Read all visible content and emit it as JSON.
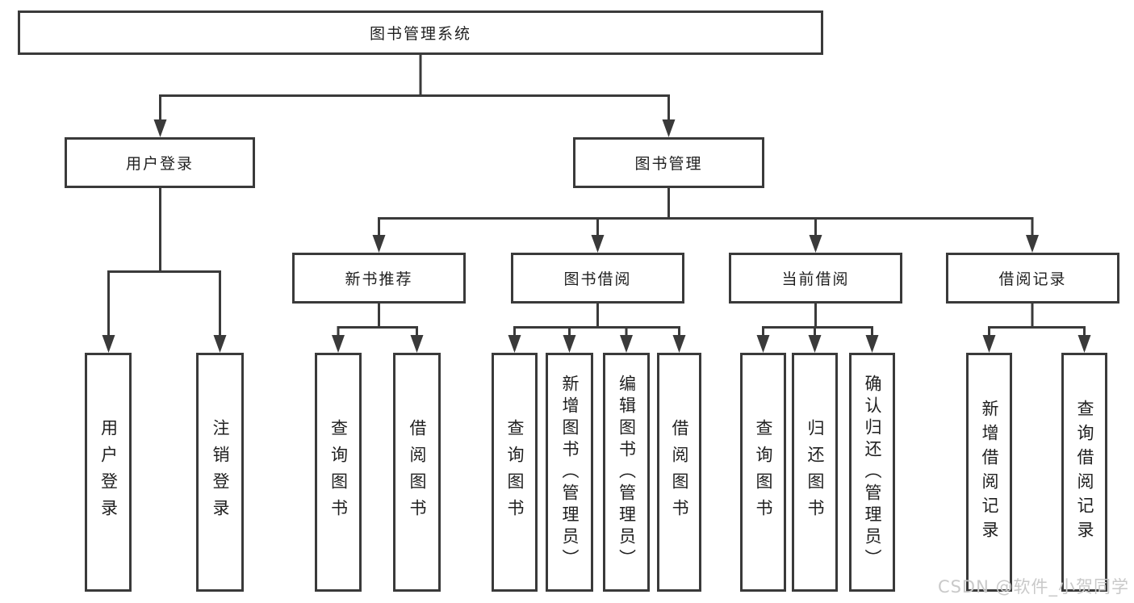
{
  "diagram": {
    "root": "图书管理系统",
    "level2": [
      {
        "id": "user-login",
        "label": "用户登录"
      },
      {
        "id": "book-management",
        "label": "图书管理"
      }
    ],
    "level3": [
      {
        "id": "new-book-recommend",
        "label": "新书推荐"
      },
      {
        "id": "book-borrow",
        "label": "图书借阅"
      },
      {
        "id": "current-borrow",
        "label": "当前借阅"
      },
      {
        "id": "borrow-record",
        "label": "借阅记录"
      }
    ],
    "leaves": [
      {
        "group": "用户登录",
        "label": "用户登录"
      },
      {
        "group": "用户登录",
        "label": "注销登录"
      },
      {
        "group": "新书推荐",
        "label": "查询图书"
      },
      {
        "group": "新书推荐",
        "label": "借阅图书"
      },
      {
        "group": "图书借阅",
        "label": "查询图书"
      },
      {
        "group": "图书借阅",
        "label": "新增图书（管理员）"
      },
      {
        "group": "图书借阅",
        "label": "编辑图书（管理员）"
      },
      {
        "group": "图书借阅",
        "label": "借阅图书"
      },
      {
        "group": "当前借阅",
        "label": "查询图书"
      },
      {
        "group": "当前借阅",
        "label": "归还图书"
      },
      {
        "group": "当前借阅",
        "label": "确认归还（管理员）"
      },
      {
        "group": "借阅记录",
        "label": "新增借阅记录"
      },
      {
        "group": "借阅记录",
        "label": "查询借阅记录"
      }
    ]
  },
  "watermark": "CSDN @软件_小贺同学",
  "colors": {
    "line": "#3a3a3a",
    "text": "#1f1f1f",
    "watermark": "#c9c9c9",
    "background": "#ffffff"
  }
}
